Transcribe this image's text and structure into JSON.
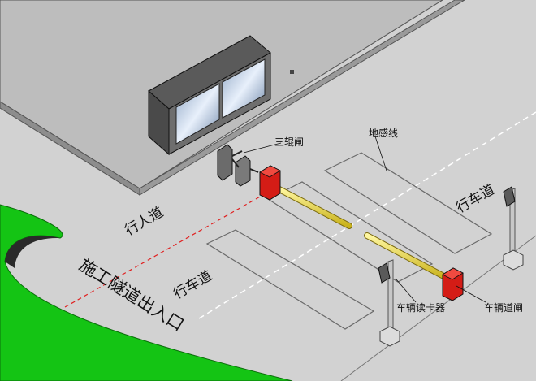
{
  "labels": {
    "turnstile": "三辊闸",
    "loop_detector": "地感线",
    "sidewalk": "行人道",
    "lane_right": "行车道",
    "lane_center": "行车道",
    "entrance": "施工隧道出入口",
    "card_reader": "车辆读卡器",
    "barrier_gate": "车辆道闸"
  },
  "colors": {
    "ground": "#d2d2d2",
    "platform_top": "#b9b9b9",
    "grass": "#13c213",
    "barrier_arm": "#f2e33c",
    "gate_housing": "#e0201a",
    "booth": "#6e6e6e",
    "booth_glass": "#9fb9d6"
  }
}
